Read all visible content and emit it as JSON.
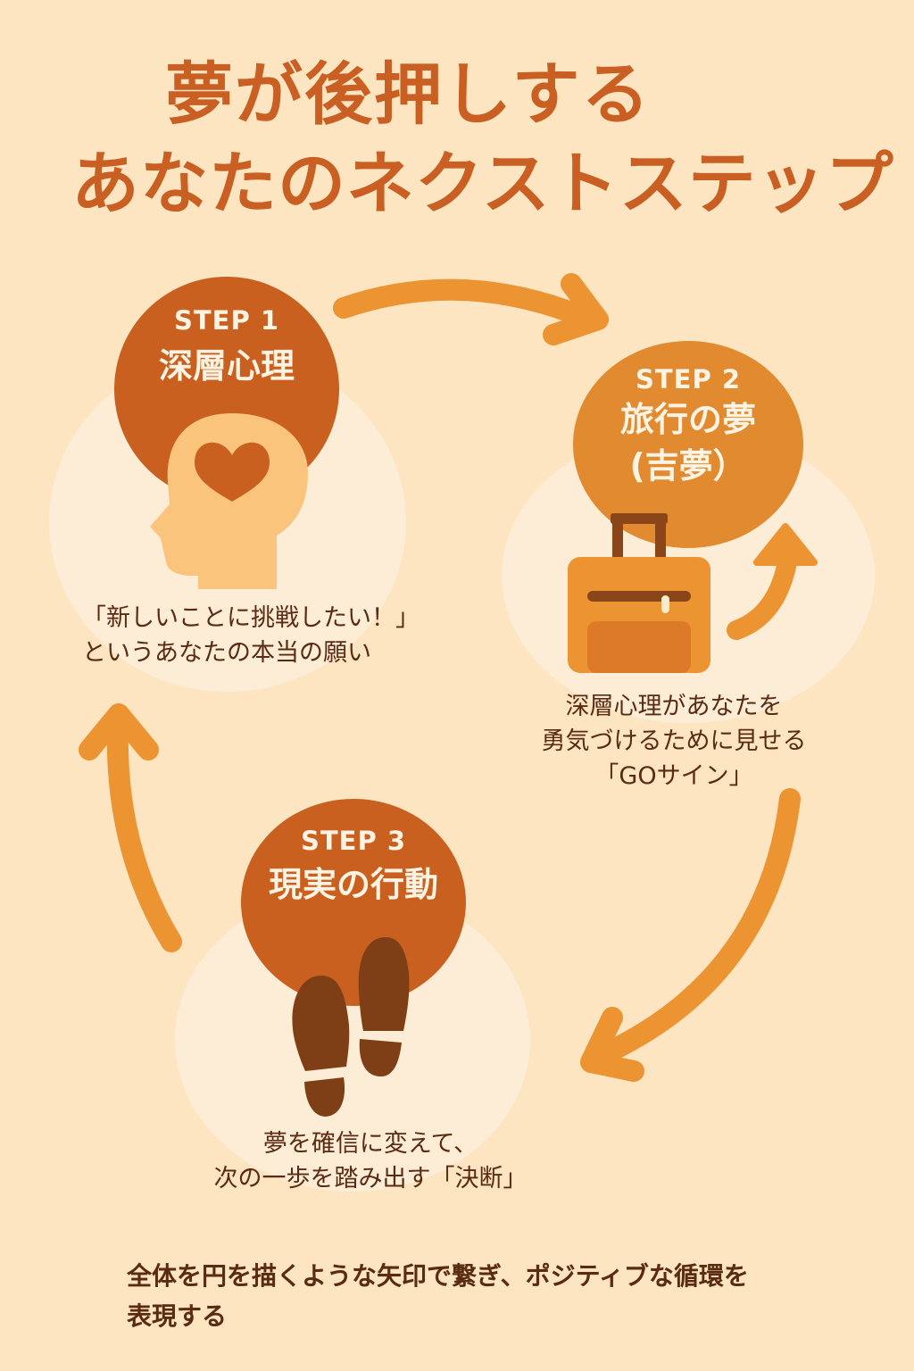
{
  "title": {
    "line1": "夢が後押しする",
    "line2": "あなたのネクストステップ"
  },
  "colors": {
    "background": "#fde5c2",
    "primary": "#c9601f",
    "secondary": "#e18a30",
    "arrow": "#ec9432",
    "text": "#5a2b12"
  },
  "steps": [
    {
      "label": "STEP 1",
      "title": "深層心理",
      "icon": "head-heart-icon",
      "caption_lines": [
        "「新しいことに挑戦したい！」",
        "というあなたの本当の願い"
      ]
    },
    {
      "label": "STEP 2",
      "title_lines": [
        "旅行の夢",
        "(吉夢）"
      ],
      "icon": "suitcase-icon",
      "caption_lines": [
        "深層心理があなたを",
        "勇気づけるために見せる",
        "「GOサイン」"
      ]
    },
    {
      "label": "STEP 3",
      "title": "現実の行動",
      "icon": "footprints-icon",
      "caption_lines": [
        "夢を確信に変えて、",
        "次の一歩を踏み出す「決断」"
      ]
    }
  ],
  "arrows": [
    {
      "from": "STEP 1",
      "to": "STEP 2",
      "icon": "curved-arrow-right-icon"
    },
    {
      "from": "STEP 2",
      "to": "STEP 3",
      "icon": "curved-arrow-down-left-icon"
    },
    {
      "from": "STEP 3",
      "to": "STEP 1",
      "icon": "curved-arrow-up-icon"
    }
  ],
  "footer_note": {
    "line1": "全体を円を描くような矢印で繋ぎ、ポジティブな循環を",
    "line2": "表現する"
  }
}
